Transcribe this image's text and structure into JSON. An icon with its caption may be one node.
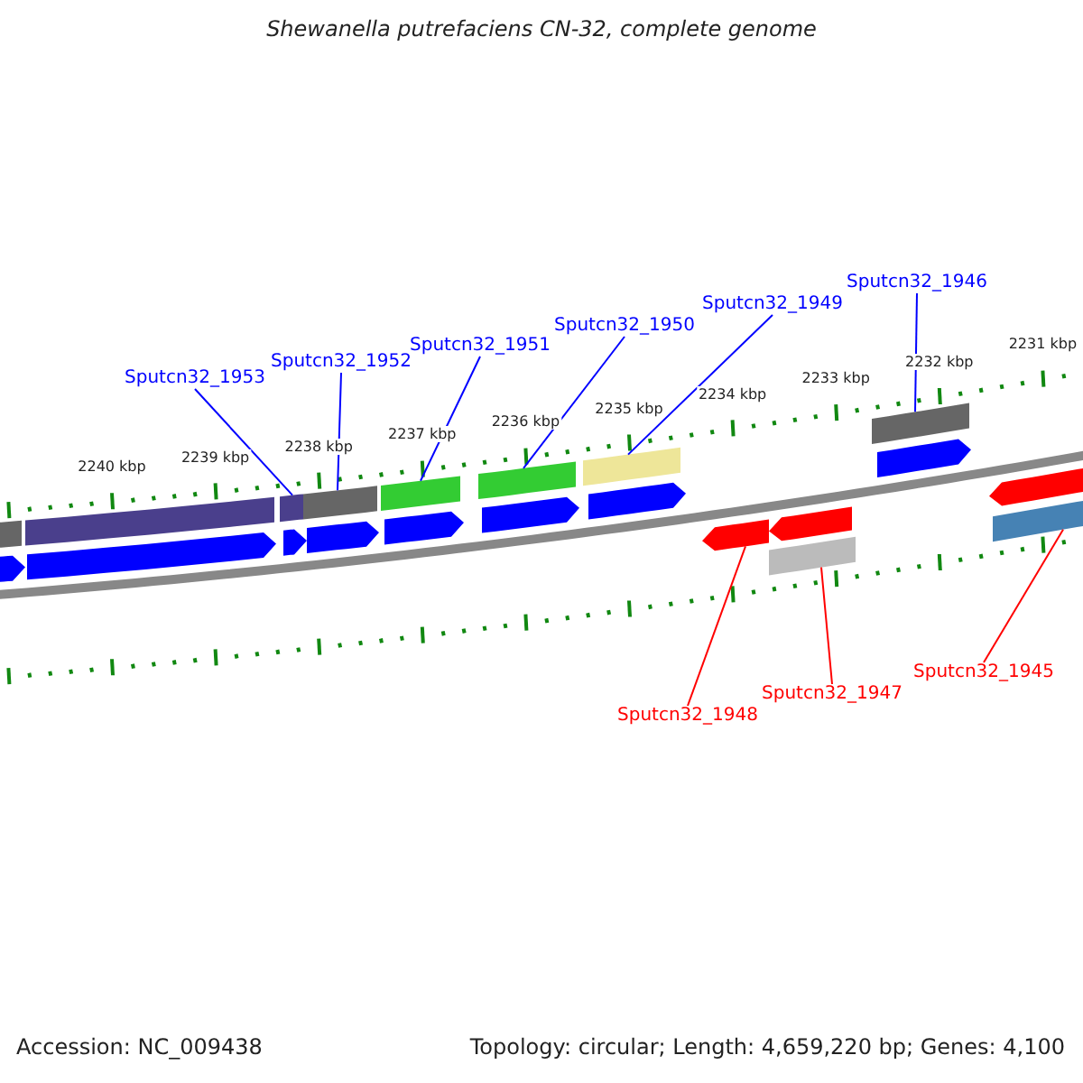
{
  "diagram": {
    "title": "Shewanella putrefaciens CN-32, complete genome",
    "nodes": [
      {
        "text": [
          "Sputcn32_1953"
        ]
      },
      {
        "text": [
          "Sputcn32_1952"
        ]
      },
      {
        "text": [
          "Sputcn32_1951"
        ]
      },
      {
        "text": [
          "Sputcn32_1950"
        ]
      },
      {
        "text": [
          "Sputcn32_1949"
        ]
      },
      {
        "text": [
          "Sputcn32_1946"
        ]
      },
      {
        "text": [
          "Sputcn32_1948"
        ]
      },
      {
        "text": [
          "Sputcn32_1947"
        ]
      },
      {
        "text": [
          "Sputcn32_1945"
        ]
      },
      {
        "text": [],
        "shape": "bar"
      },
      {
        "text": [],
        "shape": "bar"
      },
      {
        "text": [],
        "shape": "bar"
      },
      {
        "text": [],
        "shape": "bar"
      },
      {
        "text": [],
        "shape": "bar"
      },
      {
        "text": [],
        "shape": "bar"
      },
      {
        "text": [],
        "shape": "bar"
      },
      {
        "text": [],
        "shape": "bar"
      },
      {
        "text": [],
        "shape": "arrow"
      },
      {
        "text": [],
        "shape": "arrow"
      },
      {
        "text": [],
        "shape": "arrow"
      },
      {
        "text": [],
        "shape": "arrow"
      },
      {
        "text": [],
        "shape": "arrow"
      },
      {
        "text": [],
        "shape": "arrow"
      },
      {
        "text": [],
        "shape": "arrow"
      },
      {
        "text": [],
        "shape": "arrow"
      },
      {
        "text": [],
        "shape": "arrow"
      },
      {
        "text": [],
        "shape": "arrow"
      },
      {
        "text": [],
        "shape": "arrow"
      },
      {
        "text": [],
        "shape": "bar"
      },
      {
        "text": [],
        "shape": "bar"
      }
    ],
    "edges": [
      {
        "from": 0,
        "to": 11,
        "arrow": "none"
      },
      {
        "from": 1,
        "to": 12,
        "arrow": "none"
      },
      {
        "from": 2,
        "to": 13,
        "arrow": "none"
      },
      {
        "from": 3,
        "to": 14,
        "arrow": "none"
      },
      {
        "from": 4,
        "to": 15,
        "arrow": "none"
      },
      {
        "from": 5,
        "to": 16,
        "arrow": "none"
      },
      {
        "from": 6,
        "to": 25,
        "arrow": "none",
        "color": "#ff0000"
      },
      {
        "from": 7,
        "to": 28,
        "arrow": "none",
        "color": "#ff0000"
      },
      {
        "from": 8,
        "to": 29,
        "arrow": "none",
        "color": "#ff0000"
      }
    ],
    "labels": [
      "2240 kbp",
      "2239 kbp",
      "2238 kbp",
      "2237 kbp",
      "2236 kbp",
      "2235 kbp",
      "2234 kbp",
      "2233 kbp",
      "2232 kbp",
      "2231 kbp",
      "Accession: NC_009438",
      "Topology: circular; Length: 4,659,220 bp; Genes: 4,100"
    ]
  }
}
